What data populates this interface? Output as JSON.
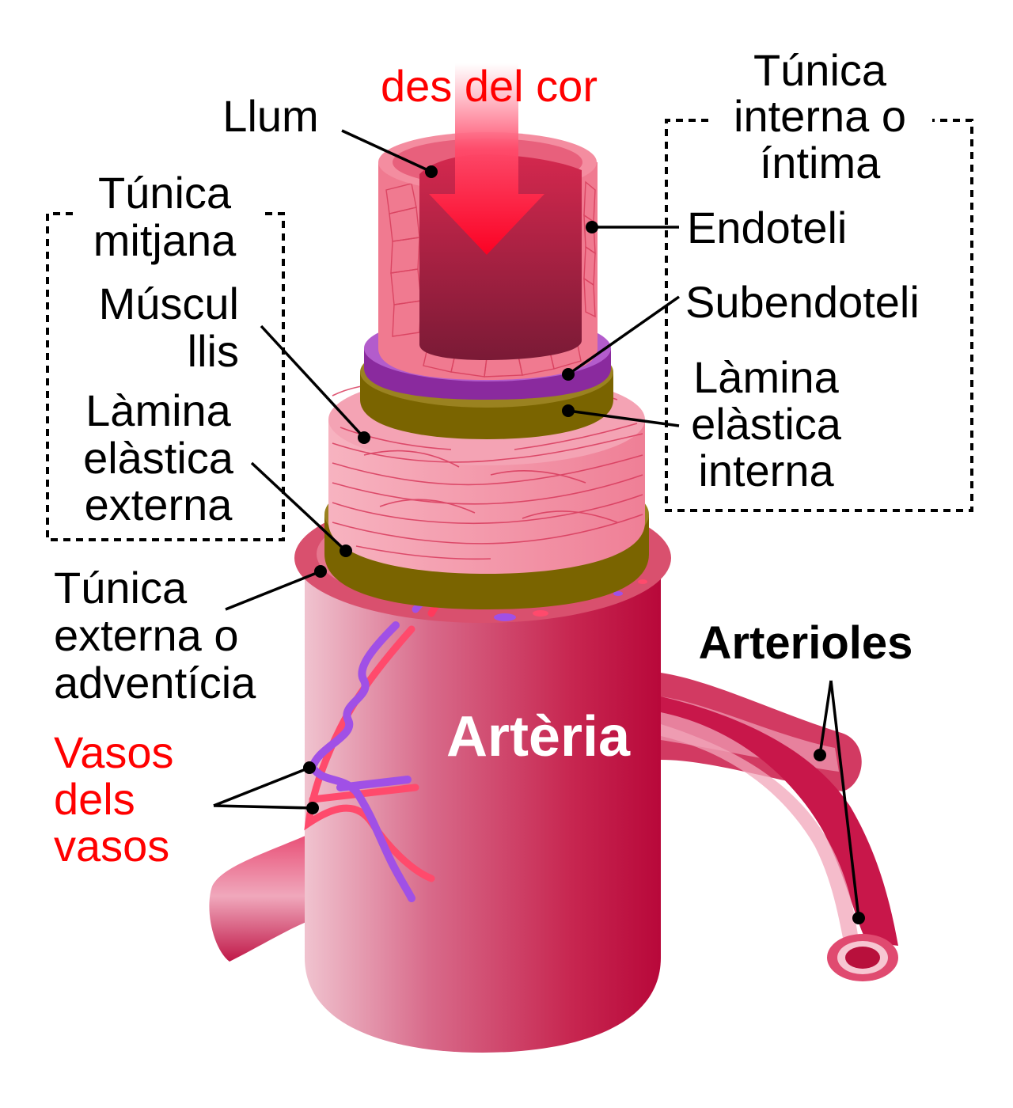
{
  "diagram": {
    "flow_label": "des del cor",
    "lumen": "Llum",
    "tunica_interna": [
      "Túnica",
      "interna o",
      "íntima"
    ],
    "endothelium": "Endoteli",
    "subendothelium": "Subendoteli",
    "internal_elastic": [
      "Làmina",
      "elàstica",
      "interna"
    ],
    "tunica_media": [
      "Túnica",
      "mitjana"
    ],
    "smooth_muscle": [
      "Múscul",
      "llis"
    ],
    "external_elastic": [
      "Làmina",
      "elàstica",
      "externa"
    ],
    "tunica_externa": [
      "Túnica",
      "externa o",
      "adventícia"
    ],
    "vasa_vasorum": [
      "Vasos",
      "dels",
      "vasos"
    ],
    "artery": "Artèria",
    "arterioles": "Arterioles"
  },
  "colors": {
    "label_red": "#ff0000",
    "artery_crimson": "#c0103c",
    "artery_light": "#e8b8c8",
    "endothelium_pink": "#f07a90",
    "subendothelium_purple": "#8a2a9e",
    "elastic_olive": "#7a6400",
    "muscle_pink": "#f28fa2",
    "vein_purple": "#a050e6"
  }
}
